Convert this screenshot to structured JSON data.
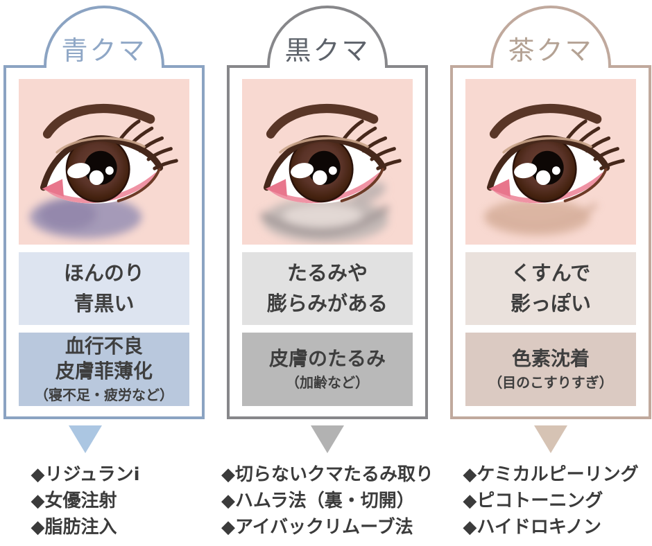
{
  "page": {
    "background": "#ffffff",
    "text_color": "#3e3e3e"
  },
  "columns": [
    {
      "title": "青クマ",
      "symptom": {
        "lines": [
          "ほんのり",
          "青黒い"
        ]
      },
      "cause": {
        "lines": [
          "血行不良",
          "皮膚菲薄化"
        ],
        "note": "（寝不足・疲労など）"
      },
      "treatments": [
        "◆リジュランi",
        "◆女優注射",
        "◆脂肪注入"
      ],
      "colors": {
        "accent": "#8ba3c2",
        "title": "#8fa7c6",
        "symptom-bg": "#dde4f0",
        "cause-bg": "#b9c8dd",
        "arrow": "#abc6e2"
      }
    },
    {
      "title": "黒クマ",
      "symptom": {
        "lines": [
          "たるみや",
          "膨らみがある"
        ]
      },
      "cause": {
        "lines": [
          "皮膚のたるみ"
        ],
        "note": "（加齢など）"
      },
      "treatments": [
        "◆切らないクマたるみ取り",
        "◆ハムラ法（裏・切開）",
        "◆アイバックリムーブ法"
      ],
      "colors": {
        "accent": "#87878a",
        "title": "#5d626a",
        "symptom-bg": "#e1e1e1",
        "cause-bg": "#b9b9b9",
        "arrow": "#b2b2b2"
      }
    },
    {
      "title": "茶クマ",
      "symptom": {
        "lines": [
          "くすんで",
          "影っぽい"
        ]
      },
      "cause": {
        "lines": [
          "色素沈着"
        ],
        "note": "（目のこすりすぎ）"
      },
      "treatments": [
        "◆ケミカルピーリング",
        "◆ピコトーニング",
        "◆ハイドロキノン"
      ],
      "colors": {
        "accent": "#c0a99d",
        "title": "#b4a294",
        "symptom-bg": "#eae1dc",
        "cause-bg": "#dbcac2",
        "arrow": "#d6c3b4"
      }
    }
  ],
  "illustration": {
    "skin": "#f8d9d1",
    "shadow_blue": "#9790b4",
    "shadow_black": "#beb6b4",
    "shadow_brown": "#c99e84"
  }
}
